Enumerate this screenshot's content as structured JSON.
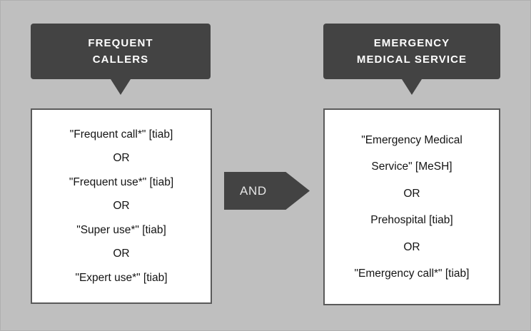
{
  "diagram": {
    "title": "PubMed search strategy block diagram",
    "background_color": "#bfbfbf",
    "dark_color": "#434343",
    "box_background": "#ffffff",
    "box_border_color": "#5a5a5a",
    "text_color": "#141414",
    "header_text_color": "#ffffff"
  },
  "blocks": [
    {
      "header": "FREQUENT\nCALLERS",
      "lines": [
        "\"Frequent call*\" [tiab]",
        "OR",
        "\"Frequent use*\" [tiab]",
        "OR",
        "\"Super use*\" [tiab]",
        "OR",
        "\"Expert use*\" [tiab]"
      ]
    },
    {
      "header": "EMERGENCY\nMEDICAL SERVICE",
      "lines": [
        "\"Emergency Medical",
        "Service\" [MeSH]",
        "OR",
        "Prehospital [tiab]",
        "OR",
        "\"Emergency call*\" [tiab]"
      ]
    }
  ],
  "connector": {
    "label": "AND",
    "shape": "pentagon-arrow-right"
  }
}
